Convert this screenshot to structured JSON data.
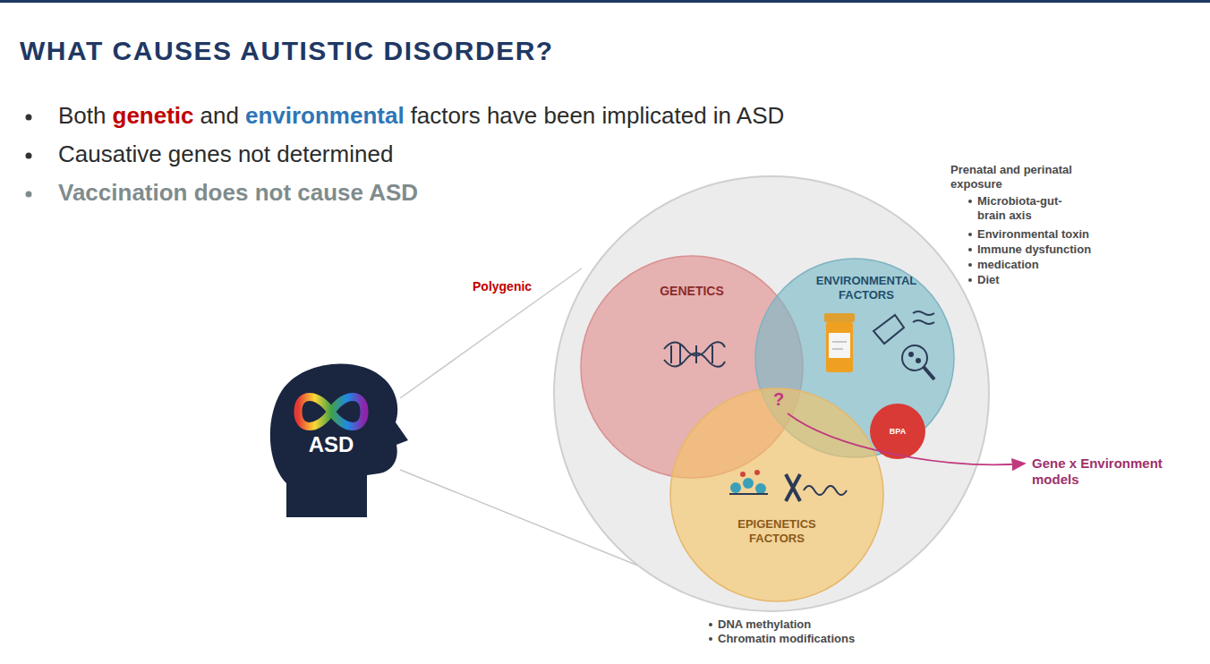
{
  "diagram": {
    "title": "WHAT CAUSES AUTISTIC DISORDER?",
    "nodes": [
      {
        "text": [
          "ASD"
        ]
      },
      {
        "text": [
          "GENETICS"
        ]
      },
      {
        "text": [
          "ENVIRONMENTAL FACTORS"
        ]
      },
      {
        "text": [
          "EPIGENETICS FACTORS"
        ]
      }
    ],
    "labels": [
      "Both",
      "genetic",
      "and",
      "environmental",
      "factors have been implicated in ASD",
      "Causative genes not determined",
      "Vaccination does not cause ASD",
      "Polygenic",
      "Prenatal and perinatal exposure",
      "Microbiota-gut-brain axis",
      "Environmental toxin",
      "Immune dysfunction",
      "medication",
      "Diet",
      "?",
      "BPA",
      "Gene x Environment models",
      "DNA methylation",
      "Chromatin modifications"
    ]
  }
}
